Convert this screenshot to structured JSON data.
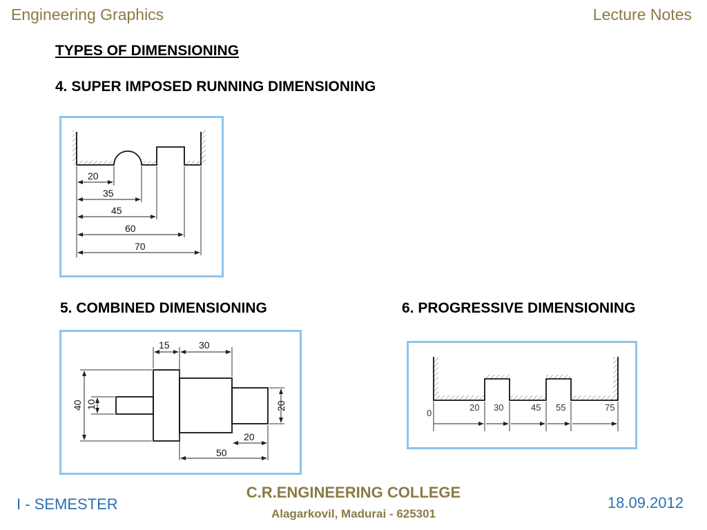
{
  "header": {
    "left": "Engineering  Graphics",
    "right": "Lecture Notes"
  },
  "section_title": "TYPES OF DIMENSIONING",
  "items": [
    {
      "title": "4. SUPER IMPOSED RUNNING  DIMENSIONING",
      "labels": [
        "20",
        "35",
        "45",
        "60",
        "70"
      ]
    },
    {
      "title": "5. COMBINED DIMENSIONING",
      "labels": [
        "15",
        "30",
        "40",
        "10",
        "20",
        "20",
        "50"
      ]
    },
    {
      "title": "6. PROGRESSIVE DIMENSIONING",
      "labels": [
        "0",
        "20",
        "30",
        "45",
        "55",
        "75"
      ]
    }
  ],
  "footer": {
    "left": "I - SEMESTER",
    "college": "C.R.ENGINEERING COLLEGE",
    "address": "Alagarkovil, Madurai - 625301",
    "date": "18.09.2012"
  }
}
